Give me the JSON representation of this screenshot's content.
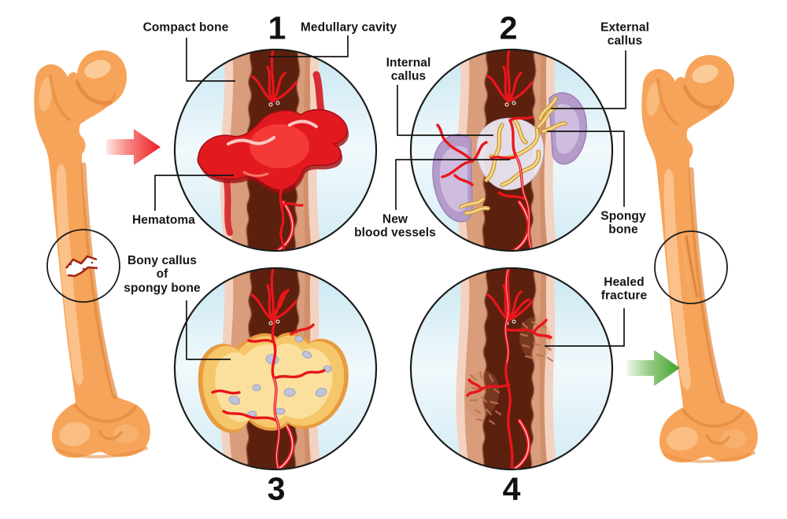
{
  "figure": {
    "kind": "bone-fracture-healing-diagram"
  },
  "stages": {
    "s1": "1",
    "s2": "2",
    "s3": "3",
    "s4": "4"
  },
  "labels": {
    "compact_bone": "Compact bone",
    "medullary_cavity": "Medullary cavity",
    "internal_callus": "Internal\ncallus",
    "external_callus": "External\ncallus",
    "hematoma": "Hematoma",
    "new_blood_vessels": "New\nblood vessels",
    "spongy_bone": "Spongy\nbone",
    "bony_callus_of_spongy_bone": "Bony callus\nof\nspongy bone",
    "healed_fracture": "Healed\nfracture"
  },
  "colors": {
    "bone_orange": "#f6a45a",
    "compact_bone_tan": "#d99d7c",
    "periosteum_pink": "#f3d2c1",
    "medullary_brown": "#5c200f",
    "hematoma_red": "#e21a20",
    "vessel_red": "#e9151d",
    "callus_purple": "#b49bca",
    "spongy_bone_yellow": "#f4da90",
    "bony_callus_yellow": "#f6c76a",
    "circle_bg_blue": "#c7e6f1",
    "arrow_red": "#ec1c24",
    "arrow_green": "#3ea22b",
    "text_black": "#151515"
  }
}
